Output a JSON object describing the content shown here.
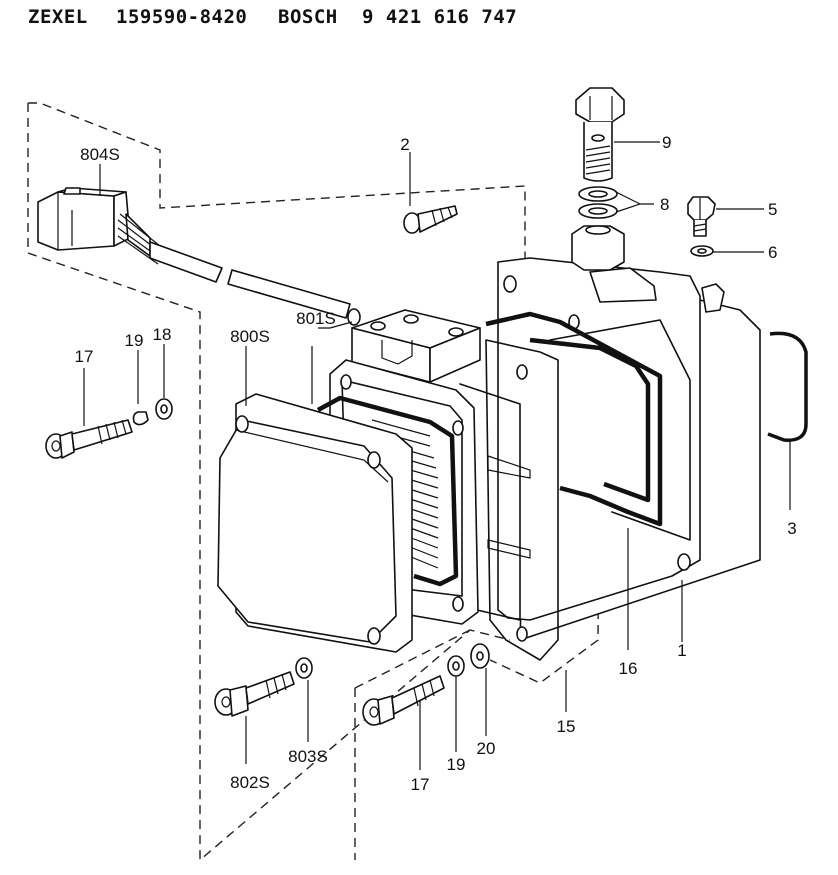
{
  "header": {
    "brand1": "ZEXEL",
    "part1": "159590-8420",
    "brand2": "BOSCH",
    "part2": "9 421 616 747"
  },
  "callouts": [
    "2",
    "9",
    "8",
    "5",
    "6",
    "804S",
    "801S",
    "800S",
    "17",
    "19",
    "18",
    "3",
    "16",
    "1",
    "15",
    "802S",
    "803S",
    "17",
    "19",
    "20"
  ]
}
